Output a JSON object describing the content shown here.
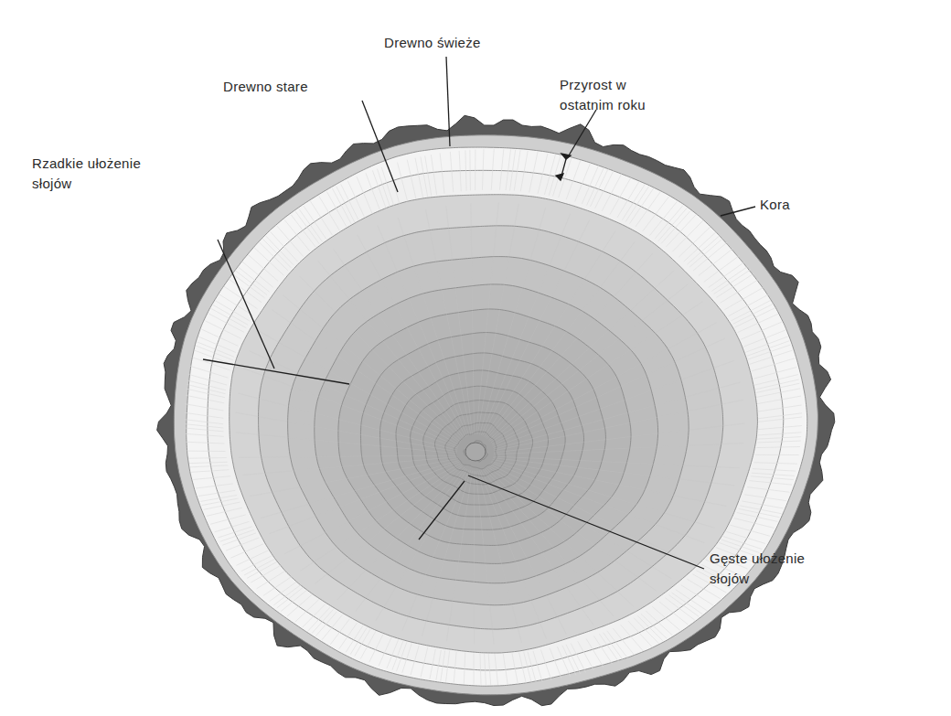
{
  "diagram": {
    "labels": [
      "Drewno świeże",
      "Drewno stare",
      "Przyrost w ostatnim roku",
      "Rzadkie ułożenie słojów",
      "Kora",
      "Gęste ułożenie słojów"
    ]
  }
}
